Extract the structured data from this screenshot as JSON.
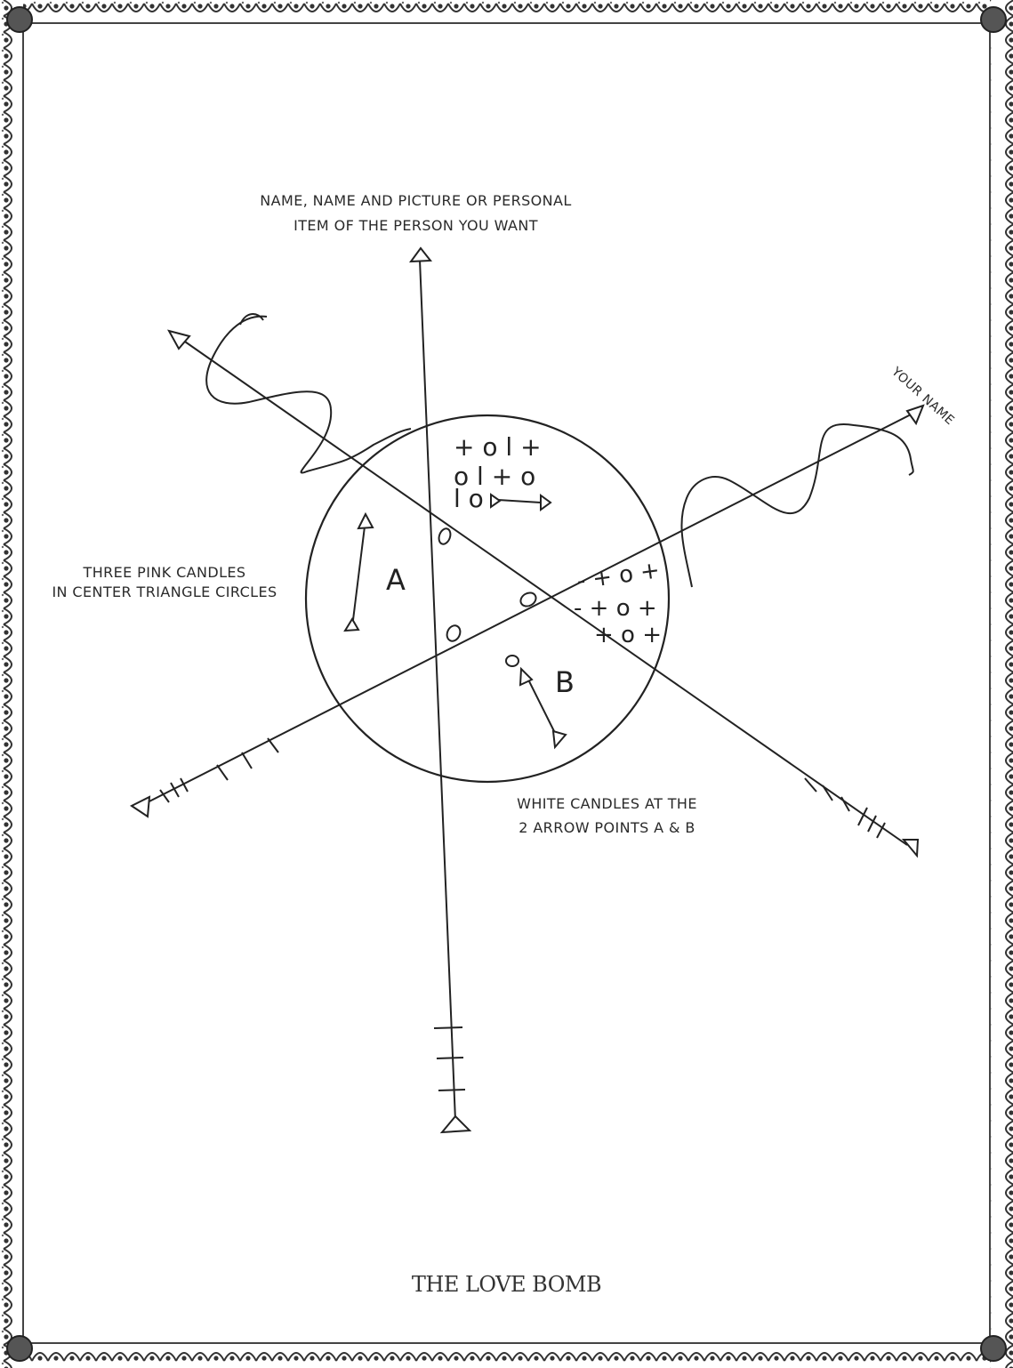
{
  "labels": {
    "top_line1": "NAME, NAME AND PICTURE OR PERSONAL",
    "top_line2": "ITEM OF THE PERSON YOU WANT",
    "your_name": "YOUR NAME",
    "left_line1": "THREE PINK CANDLES",
    "left_line2": "IN CENTER TRIANGLE CIRCLES",
    "bottom_line1": "WHITE CANDLES AT THE",
    "bottom_line2": "2 ARROW POINTS A & B",
    "point_a": "A",
    "point_b": "B",
    "title": "THE LOVE BOMB"
  },
  "glyph_rows": {
    "top": [
      "+ o l  +",
      "o l + o",
      "l o"
    ],
    "right": [
      "- + o +",
      "- + o +",
      "+ o +"
    ]
  },
  "colors": {
    "ink": "#222222",
    "border": "#4a4a4a",
    "paper": "#ffffff"
  }
}
